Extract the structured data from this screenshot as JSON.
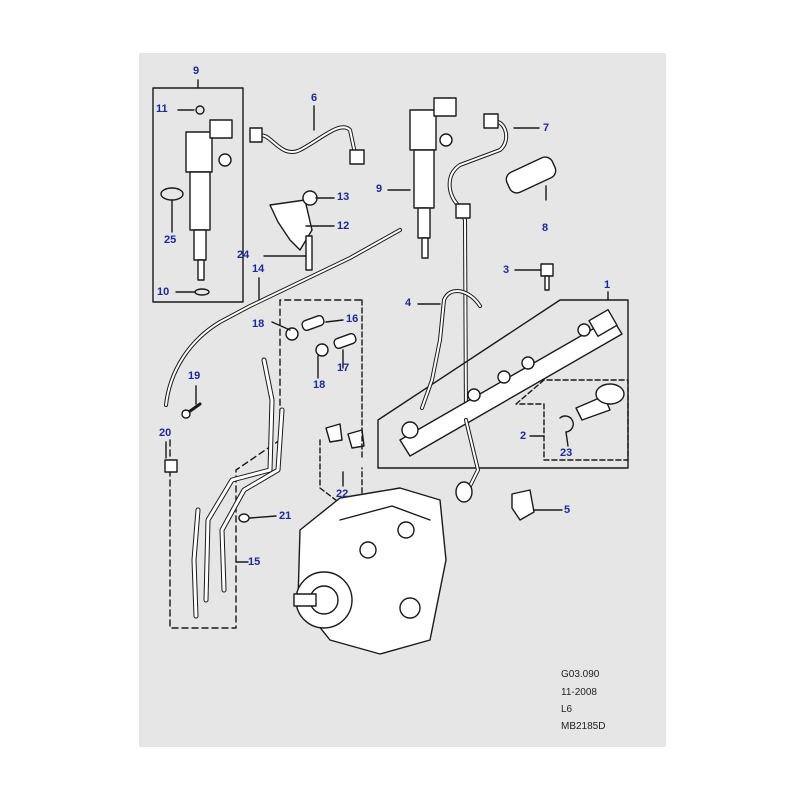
{
  "diagram": {
    "background_color": "#e6e6e6",
    "callout_color": "#1a2a9a",
    "callouts": [
      "9",
      "11",
      "25",
      "10",
      "6",
      "13",
      "12",
      "24",
      "14",
      "18",
      "16",
      "17",
      "19",
      "20",
      "21",
      "15",
      "9",
      "7",
      "8",
      "3",
      "1",
      "4",
      "2",
      "23",
      "22",
      "5",
      "18"
    ],
    "meta": {
      "ref": "G03.090",
      "date": "11-2008",
      "model": "L6",
      "code": "MB2185D"
    }
  }
}
